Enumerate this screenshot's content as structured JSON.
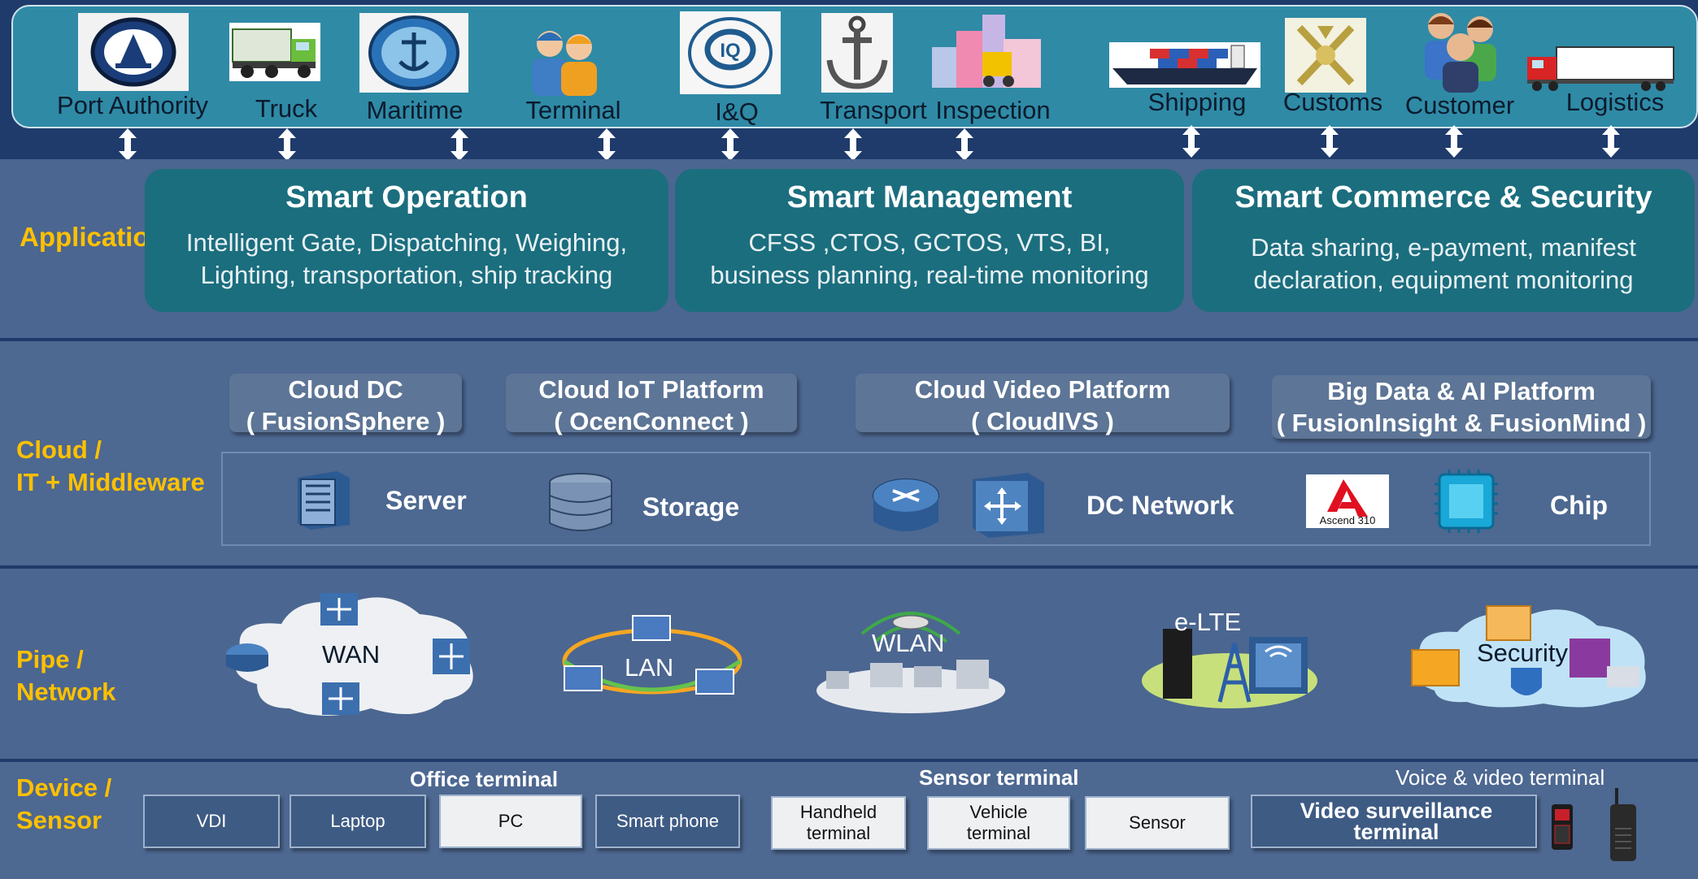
{
  "stakeholders": [
    {
      "label": "Port Authority",
      "icon": "port-authority-logo-icon"
    },
    {
      "label": "Truck",
      "icon": "truck-icon"
    },
    {
      "label": "Maritime",
      "icon": "maritime-logo-icon"
    },
    {
      "label": "Terminal",
      "icon": "workers-icon"
    },
    {
      "label": "I&Q",
      "icon": "iq-logo-icon"
    },
    {
      "label": "Transport",
      "icon": "anchor-icon"
    },
    {
      "label": "Inspection",
      "icon": "forklift-icon"
    },
    {
      "label": "Shipping",
      "icon": "cargo-ship-icon"
    },
    {
      "label": "Customs",
      "icon": "customs-emblem-icon"
    },
    {
      "label": "Customer",
      "icon": "people-icon"
    },
    {
      "label": "Logistics",
      "icon": "semi-truck-icon"
    }
  ],
  "layers": {
    "application": "Application",
    "cloud_line1": "Cloud /",
    "cloud_line2": "IT + Middleware",
    "pipe_line1": "Pipe /",
    "pipe_line2": "Network",
    "device_line1": "Device /",
    "device_line2": "Sensor"
  },
  "application": [
    {
      "title": "Smart Operation",
      "line1": "Intelligent Gate, Dispatching, Weighing,",
      "line2": "Lighting, transportation, ship  tracking"
    },
    {
      "title": "Smart Management",
      "line1": "CFSS ,CTOS, GCTOS, VTS, BI,",
      "line2": "business planning, real-time monitoring"
    },
    {
      "title": "Smart Commerce & Security",
      "line1": "Data sharing, e-payment, manifest",
      "line2": "declaration, equipment monitoring"
    }
  ],
  "platforms": [
    {
      "line1": "Cloud DC",
      "line2": "( FusionSphere )"
    },
    {
      "line1": "Cloud IoT Platform",
      "line2": "( OcenConnect )"
    },
    {
      "line1": "Cloud Video Platform",
      "line2": "( CloudIVS )"
    },
    {
      "line1": "Big Data & AI Platform",
      "line2": "( FusionInsight & FusionMind )"
    }
  ],
  "infrastructure": {
    "server": "Server",
    "storage": "Storage",
    "dc_network": "DC Network",
    "chip": "Chip",
    "ascend_logo": "Ascend 310"
  },
  "network": {
    "wan": "WAN",
    "lan": "LAN",
    "wlan": "WLAN",
    "elte": "e-LTE",
    "security": "Security"
  },
  "devices": {
    "office_title": "Office terminal",
    "sensor_title": "Sensor  terminal",
    "voice_title": "Voice & video terminal",
    "office": [
      "VDI",
      "Laptop",
      "PC",
      "Smart phone"
    ],
    "sensor": [
      {
        "line1": "Handheld",
        "line2": "terminal"
      },
      {
        "line1": "Vehicle",
        "line2": "terminal"
      },
      {
        "line1": "Sensor",
        "line2": ""
      }
    ],
    "video": "Video surveillance terminal"
  },
  "colors": {
    "background": "#1f3b6b",
    "layer_title": "#ffc000",
    "app_box": "#1b6e7e",
    "stakeholder_bar": "#2f8aa6"
  }
}
